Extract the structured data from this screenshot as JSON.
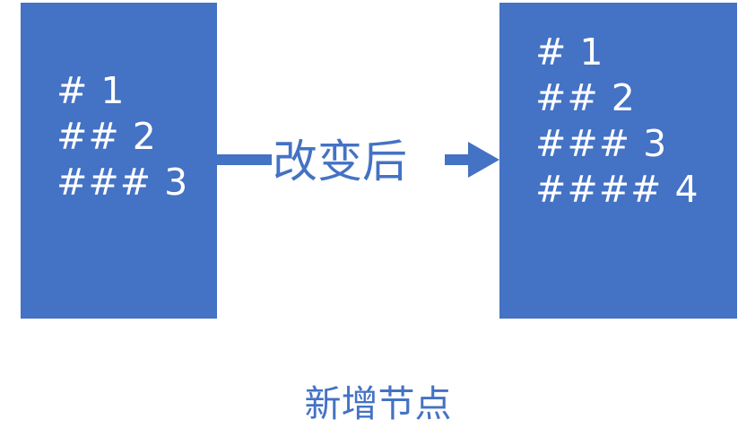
{
  "colors": {
    "box_fill": "#4472C4",
    "box_text": "#FFFFFF",
    "accent": "#4472C4",
    "background": "#FFFFFF"
  },
  "before_box": {
    "lines": [
      "# 1",
      "## 2",
      "### 3"
    ]
  },
  "after_box": {
    "lines": [
      "# 1",
      "## 2",
      "### 3",
      "#### 4"
    ]
  },
  "arrow": {
    "label": "改变后",
    "icon": "right-arrow-icon"
  },
  "caption": "新增节点"
}
